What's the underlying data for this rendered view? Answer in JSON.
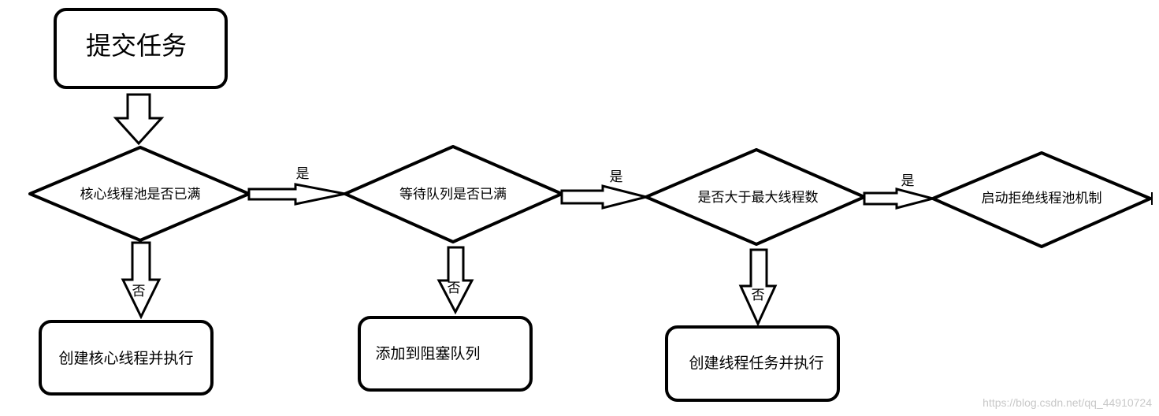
{
  "nodes": {
    "submit": "提交任务",
    "core_full": "核心线程池是否已满",
    "queue_full": "等待队列是否已满",
    "exceed_max": "是否大于最大线程数",
    "reject": "启动拒绝线程池机制",
    "create_core": "创建核心线程并执行",
    "add_queue": "添加到阻塞队列",
    "create_thread": "创建线程任务并执行"
  },
  "edge_labels": {
    "yes_1": "是",
    "yes_2": "是",
    "yes_3": "是",
    "no_1": "否",
    "no_2": "否",
    "no_3": "否"
  },
  "watermark": "https://blog.csdn.net/qq_44910724"
}
